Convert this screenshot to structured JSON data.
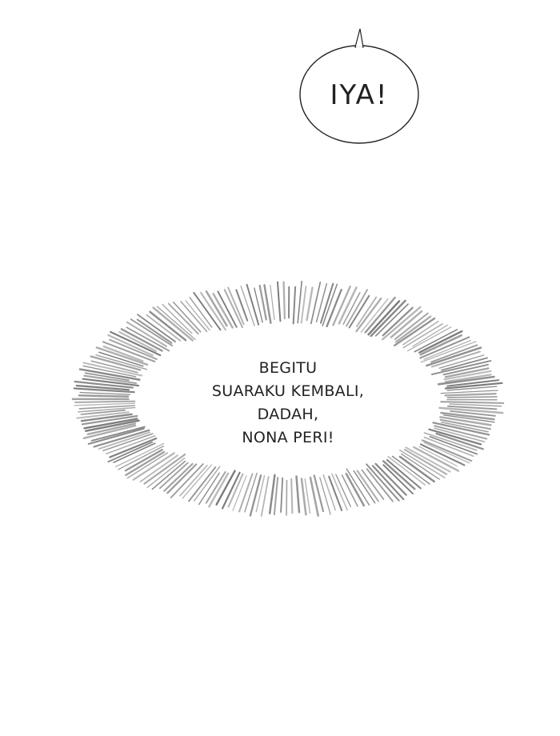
{
  "speech_bubble": {
    "text": "IYA!"
  },
  "narration_burst": {
    "lines": [
      "BEGITU",
      "SUARAKU KEMBALI,",
      "DADAH,",
      "NONA PERI!"
    ]
  },
  "colors": {
    "background": "#ffffff",
    "ink": "#222222",
    "burst_lines": "#6b6b6b"
  }
}
